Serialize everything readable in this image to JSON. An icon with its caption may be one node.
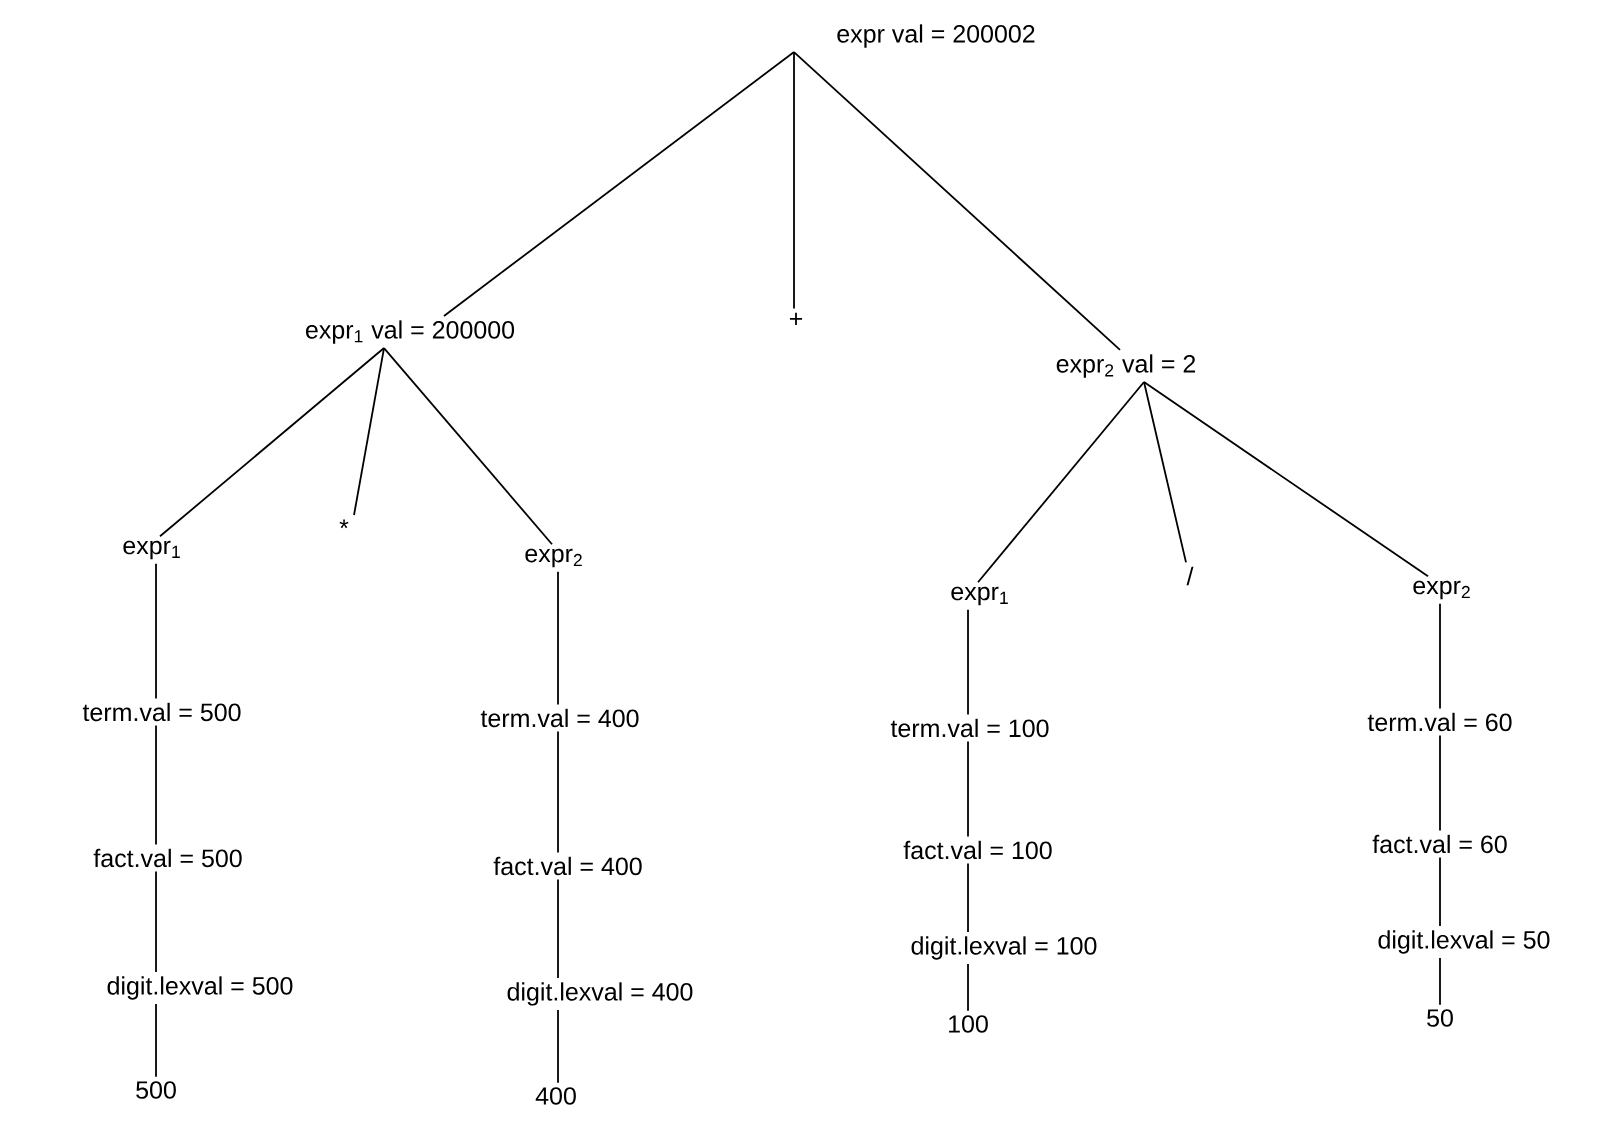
{
  "diagram": {
    "nodes": [
      {
        "text": [
          "expr val = 200002"
        ]
      },
      {
        "text": [
          "expr$_{1}$ val = 200000"
        ]
      },
      {
        "text": [
          "+"
        ]
      },
      {
        "text": [
          "expr$_{2}$ val = 2"
        ]
      },
      {
        "text": [
          "expr$_{1}$"
        ]
      },
      {
        "text": [
          "*"
        ]
      },
      {
        "text": [
          "expr$_{2}$"
        ]
      },
      {
        "text": [
          "expr$_{1}$"
        ]
      },
      {
        "text": [
          "/"
        ]
      },
      {
        "text": [
          "expr$_{2}$"
        ]
      },
      {
        "text": [
          "term.val = 500"
        ]
      },
      {
        "text": [
          "term.val = 400"
        ]
      },
      {
        "text": [
          "term.val = 100"
        ]
      },
      {
        "text": [
          "term.val = 60"
        ]
      },
      {
        "text": [
          "fact.val = 500"
        ]
      },
      {
        "text": [
          "fact.val = 400"
        ]
      },
      {
        "text": [
          "fact.val = 100"
        ]
      },
      {
        "text": [
          "fact.val = 60"
        ]
      },
      {
        "text": [
          "digit.lexval = 500"
        ]
      },
      {
        "text": [
          "digit.lexval = 400"
        ]
      },
      {
        "text": [
          "digit.lexval = 100"
        ]
      },
      {
        "text": [
          "digit.lexval = 50"
        ]
      },
      {
        "text": [
          "500"
        ]
      },
      {
        "text": [
          "400"
        ]
      },
      {
        "text": [
          "100"
        ]
      },
      {
        "text": [
          "50"
        ]
      }
    ],
    "edges": [
      {
        "from": 0,
        "to": 1,
        "arrow": "none"
      },
      {
        "from": 0,
        "to": 2,
        "arrow": "none"
      },
      {
        "from": 0,
        "to": 3,
        "arrow": "none"
      },
      {
        "from": 1,
        "to": 4,
        "arrow": "none"
      },
      {
        "from": 1,
        "to": 5,
        "arrow": "none"
      },
      {
        "from": 1,
        "to": 6,
        "arrow": "none"
      },
      {
        "from": 3,
        "to": 7,
        "arrow": "none"
      },
      {
        "from": 3,
        "to": 8,
        "arrow": "none"
      },
      {
        "from": 3,
        "to": 9,
        "arrow": "none"
      },
      {
        "from": 4,
        "to": 10,
        "arrow": "none"
      },
      {
        "from": 10,
        "to": 14,
        "arrow": "none"
      },
      {
        "from": 14,
        "to": 18,
        "arrow": "none"
      },
      {
        "from": 18,
        "to": 22,
        "arrow": "none"
      },
      {
        "from": 6,
        "to": 11,
        "arrow": "none"
      },
      {
        "from": 11,
        "to": 15,
        "arrow": "none"
      },
      {
        "from": 15,
        "to": 19,
        "arrow": "none"
      },
      {
        "from": 19,
        "to": 23,
        "arrow": "none"
      },
      {
        "from": 7,
        "to": 12,
        "arrow": "none"
      },
      {
        "from": 12,
        "to": 16,
        "arrow": "none"
      },
      {
        "from": 16,
        "to": 20,
        "arrow": "none"
      },
      {
        "from": 20,
        "to": 24,
        "arrow": "none"
      },
      {
        "from": 9,
        "to": 13,
        "arrow": "none"
      },
      {
        "from": 13,
        "to": 17,
        "arrow": "none"
      },
      {
        "from": 17,
        "to": 21,
        "arrow": "none"
      },
      {
        "from": 21,
        "to": 25,
        "arrow": "none"
      }
    ]
  }
}
